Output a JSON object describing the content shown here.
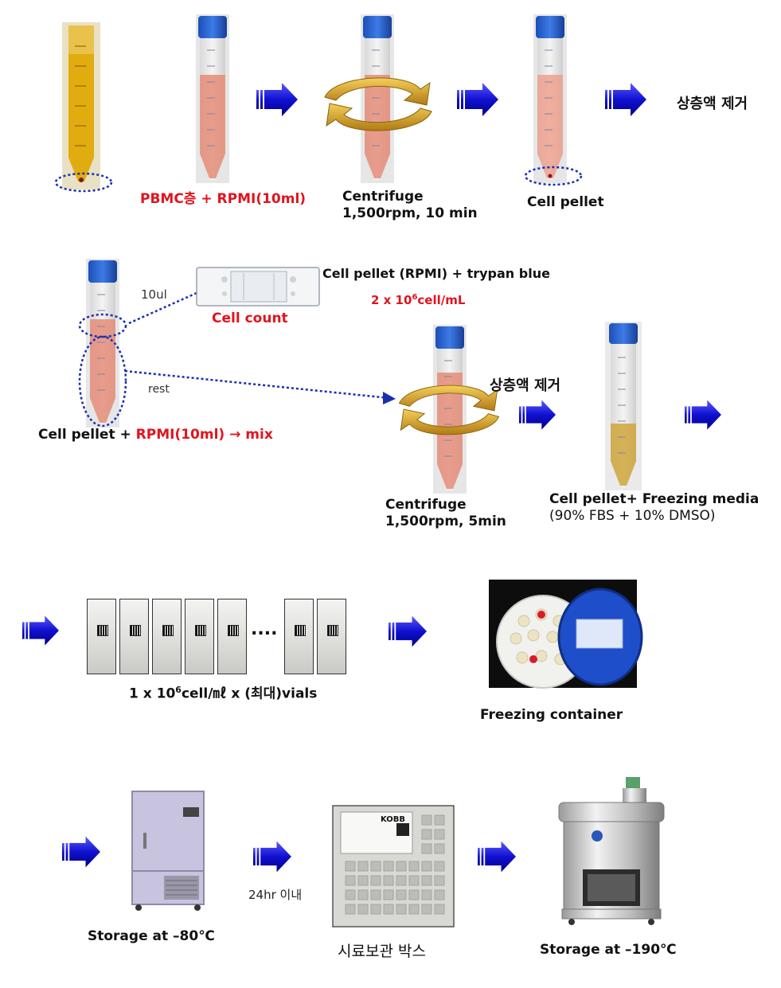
{
  "row1": {
    "pbmc_label_red": "PBMC층 + RPMI(10ml)",
    "centrifuge1_line1": "Centrifuge",
    "centrifuge1_line2": "1,500rpm, 10 min",
    "pellet_label": "Cell pellet",
    "remove_supernatant": "상층액 제거"
  },
  "row2": {
    "small_volume": "10ul",
    "rest_label": "rest",
    "mix_prefix": "Cell pellet + ",
    "mix_red": "RPMI(10ml) → mix",
    "cell_count_label": "Cell count",
    "count_desc": "Cell pellet (RPMI) + trypan blue",
    "concentration_prefix": "2 x 10",
    "concentration_exp": "6",
    "concentration_suffix": "cell/mL",
    "remove_supernatant2": "상층액 제거",
    "centrifuge2_line1": "Centrifuge",
    "centrifuge2_line2": "1,500rpm, 5min",
    "freezing_media_line1": "Cell pellet+ Freezing media",
    "freezing_media_line2": "(90% FBS + 10% DMSO)"
  },
  "row3": {
    "ellipsis": "....",
    "vials_prefix": "1 x 10",
    "vials_exp": "6",
    "vials_suffix": "cell/㎖ x (최대)vials",
    "freezing_container_label": "Freezing container"
  },
  "row4": {
    "storage80_label": "Storage at –80℃",
    "within_24hr": "24hr 이내",
    "sample_box_label": "시료보관 박스",
    "storage190_label": "Storage at –190℃",
    "box_brand": "KOBB"
  },
  "colors": {
    "arrow": "#1a1ad8",
    "accent_red": "#e0141e",
    "dotted": "#1a2fb0",
    "rotation_arrow": "#c7961c"
  }
}
